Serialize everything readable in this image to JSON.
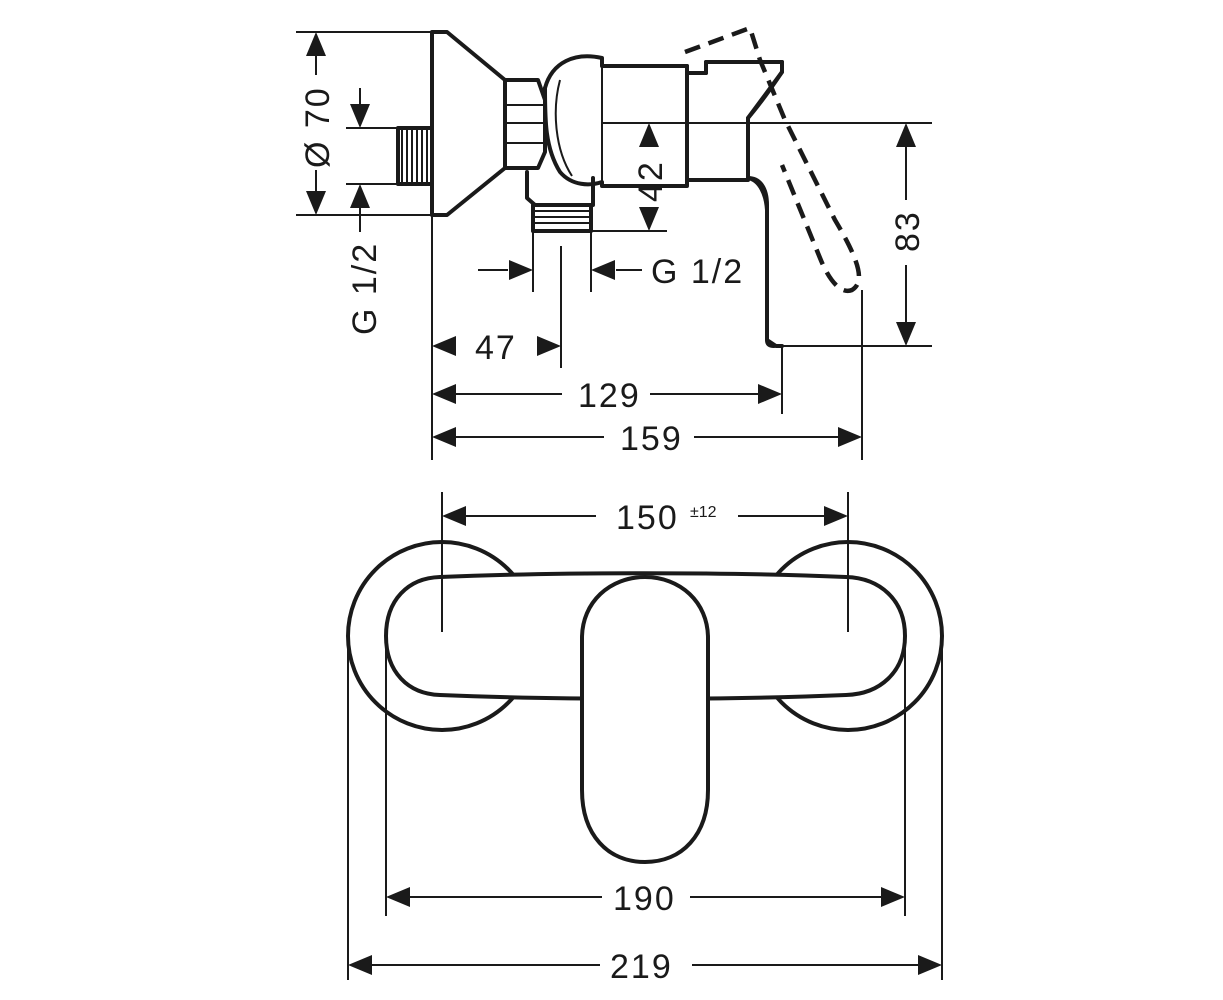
{
  "side_view": {
    "dim_diameter": "Ø 70",
    "dim_thread_left": "G 1/2",
    "dim_height_42": "42",
    "dim_height_83": "83",
    "dim_thread_outlet": "G 1/2",
    "dim_depth_47": "47",
    "dim_depth_129": "129",
    "dim_depth_159": "159"
  },
  "top_view": {
    "dim_spacing": "150",
    "dim_spacing_tolerance": "±12",
    "dim_width_190": "190",
    "dim_width_219": "219"
  }
}
